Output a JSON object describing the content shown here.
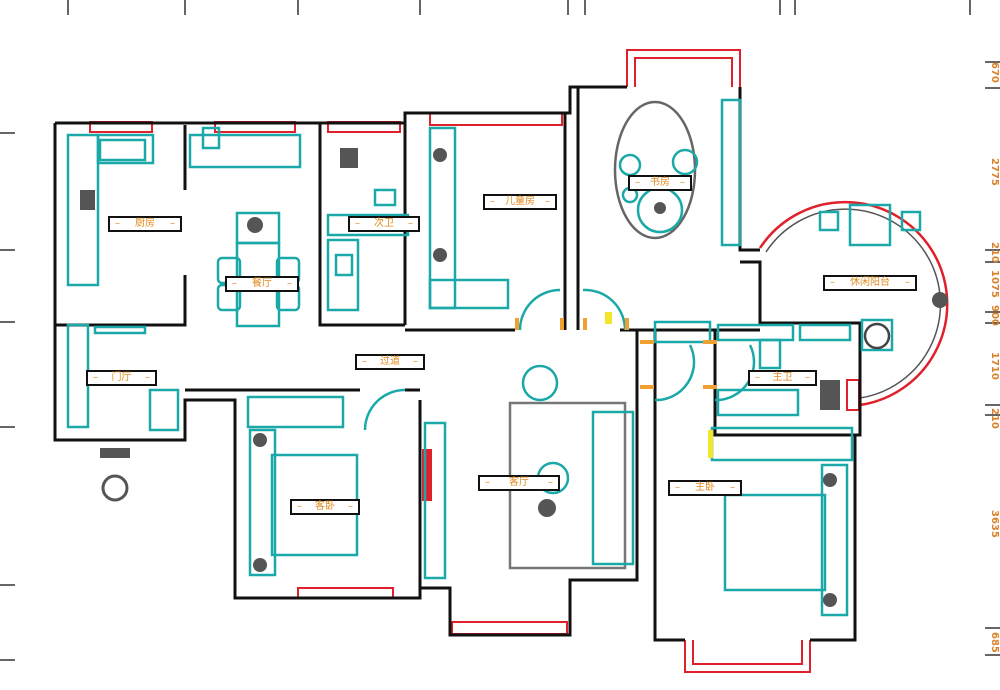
{
  "rooms": {
    "kitchen": "厨房",
    "dining": "餐厅",
    "second_bath": "次卫",
    "kids_room": "儿童房",
    "study": "书房",
    "leisure_balcony": "休闲阳台",
    "foyer": "门厅",
    "corridor": "过道",
    "living_room": "客厅",
    "master_bath": "主卫",
    "guest_bedroom": "客卧",
    "master_bedroom": "主卧"
  },
  "dimensions_right": [
    "670",
    "2775",
    "210",
    "1075",
    "900",
    "1710",
    "210",
    "3635",
    "685"
  ],
  "colors": {
    "wall": "#111111",
    "furniture": "#1aa8a8",
    "window": "#e0202a",
    "label_text": "#e08a1e",
    "door_frame": "#f0a030"
  }
}
